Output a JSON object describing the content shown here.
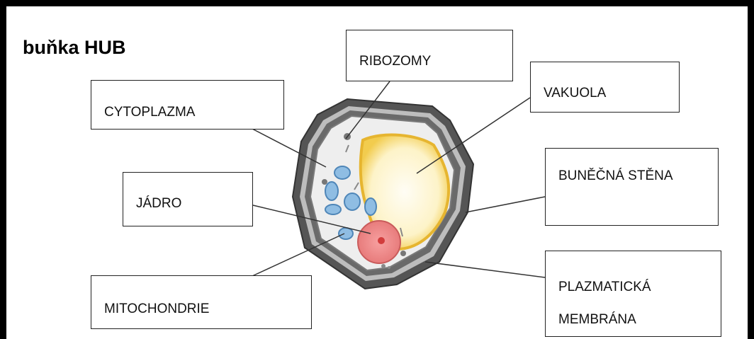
{
  "title": "buňka HUB",
  "labels": {
    "ribozomy": "RIBOZOMY",
    "cytoplazma": "CYTOPLAZMA",
    "vakuola": "VAKUOLA",
    "bunecna_stena": "BUNĚČNÁ STĚNA",
    "jadro": "JÁDRO",
    "mitochondrie": "MITOCHONDRIE",
    "plazmaticka_line1": "PLAZMATICKÁ",
    "plazmaticka_line2": "MEMBRÁNA"
  },
  "colors": {
    "cell_wall": "#5a5a5a",
    "vacuole": "#f3d35a",
    "nucleus": "#e88a8a",
    "mitochondria": "#7fb3dd"
  }
}
